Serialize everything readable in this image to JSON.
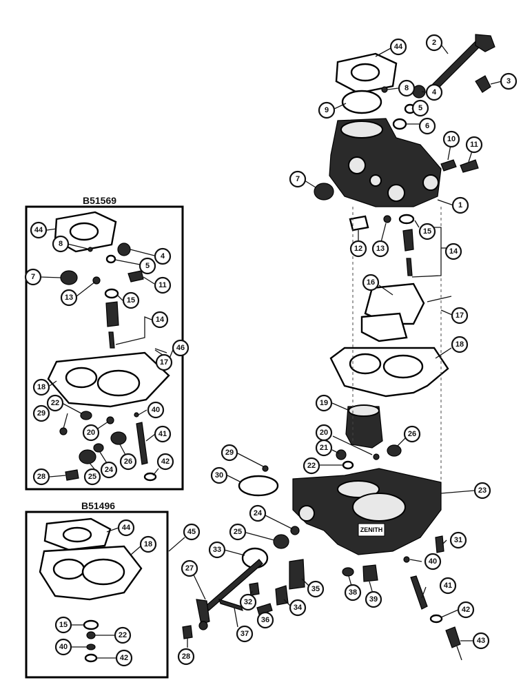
{
  "kits": [
    {
      "title": "B51569",
      "callout": "46"
    },
    {
      "title": "B51496",
      "callout": "45"
    }
  ],
  "logo_text": "ZENITH",
  "main_callouts": [
    "1",
    "2",
    "3",
    "4",
    "5",
    "6",
    "7",
    "8",
    "9",
    "10",
    "11",
    "12",
    "13",
    "14",
    "15",
    "16",
    "17",
    "18",
    "19",
    "20",
    "21",
    "22",
    "23",
    "24",
    "25",
    "26",
    "27",
    "28",
    "29",
    "30",
    "31",
    "32",
    "33",
    "34",
    "35",
    "36",
    "37",
    "38",
    "39",
    "40",
    "41",
    "42",
    "43",
    "44"
  ],
  "kit1_callouts": [
    "44",
    "8",
    "4",
    "5",
    "7",
    "13",
    "11",
    "15",
    "14",
    "17",
    "18",
    "22",
    "29",
    "20",
    "40",
    "41",
    "26",
    "24",
    "25",
    "42",
    "28"
  ],
  "kit2_callouts": [
    "44",
    "18",
    "15",
    "22",
    "40",
    "42"
  ]
}
